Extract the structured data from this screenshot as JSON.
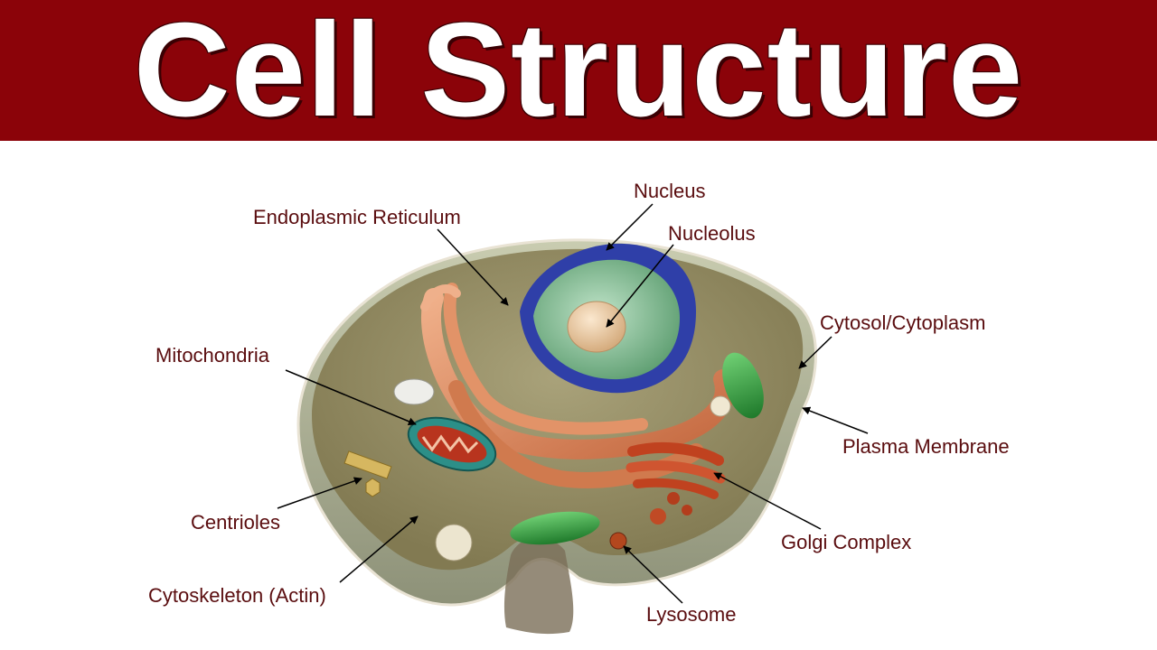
{
  "title": "Cell Structure",
  "colors": {
    "banner": "#8b0309",
    "title_text": "#ffffff",
    "label_text": "#5a0d0f"
  },
  "labels": {
    "nucleus": "Nucleus",
    "endoplasmic_reticulum": "Endoplasmic Reticulum",
    "nucleolus": "Nucleolus",
    "cytosol": "Cytosol/Cytoplasm",
    "mitochondria": "Mitochondria",
    "plasma_membrane": "Plasma Membrane",
    "centrioles": "Centrioles",
    "golgi_complex": "Golgi Complex",
    "cytoskeleton": "Cytoskeleton (Actin)",
    "lysosome": "Lysosome"
  }
}
